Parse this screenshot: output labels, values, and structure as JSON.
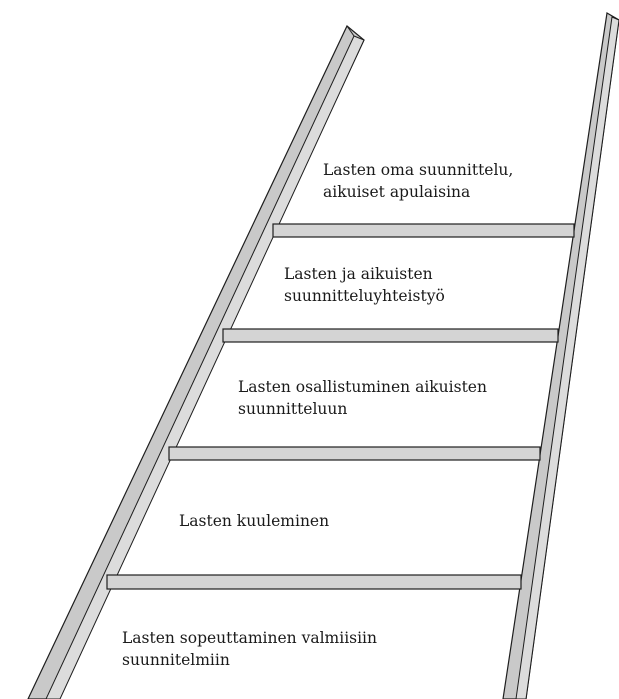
{
  "diagram": {
    "colors": {
      "rail_fill": "#c9c9c9",
      "rail_stroke": "#1e1e1e",
      "background": "#ffffff",
      "text": "#1a1a1a"
    },
    "rungs": [
      {
        "lines": [
          "Lasten oma suunnittelu,",
          "aikuiset apulaisina"
        ]
      },
      {
        "lines": [
          "Lasten ja aikuisten",
          "suunnitteluyhteistyö"
        ]
      },
      {
        "lines": [
          "Lasten osallistuminen aikuisten",
          "suunnitteluun"
        ]
      },
      {
        "lines": [
          "Lasten kuuleminen"
        ]
      },
      {
        "lines": [
          "Lasten sopeuttaminen valmiisiin",
          "suunnitelmiin"
        ]
      }
    ]
  }
}
